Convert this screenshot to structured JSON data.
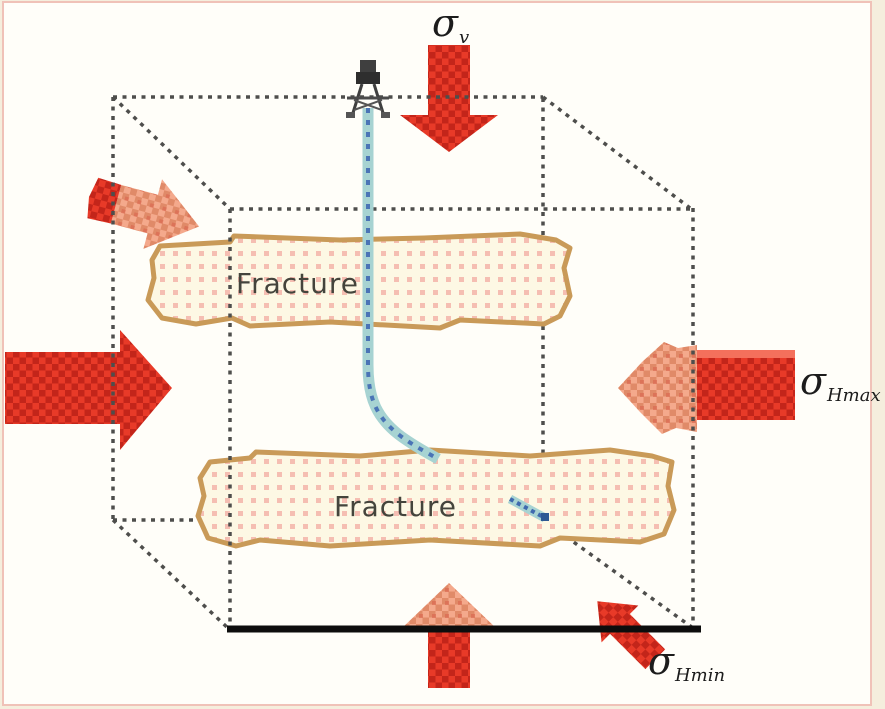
{
  "labels": {
    "sigma_v": {
      "base": "σ",
      "sub": "v"
    },
    "sigma_hmax": {
      "base": "σ",
      "sub": "Hmax"
    },
    "sigma_hmin": {
      "base": "σ",
      "sub": "Hmin"
    }
  },
  "fractures": {
    "upper_label": "Fracture",
    "lower_label": "Fracture"
  },
  "icons": {
    "derrick": "derrick-icon",
    "arrow_names": [
      "sigma-v-arrow-down",
      "sigma-v-arrow-up",
      "sigma-hmax-arrow-right",
      "sigma-hmax-arrow-left",
      "sigma-hmin-arrow-upper-left",
      "sigma-hmin-arrow-lower-right"
    ]
  },
  "colors": {
    "arrow_red": "#e83a28",
    "arrow_red_dark": "#c3251a",
    "arrow_faded": "#f4a98c",
    "arrow_faded_dark": "#e08a68",
    "fracture_fill": "#fdf8e4",
    "fracture_dot": "#f5beb2",
    "fracture_border": "#c99a58",
    "well_casing": "#a7d3d2",
    "well_dash": "#4a74b6",
    "cube_line": "#4e4e4c",
    "base_line": "#0d0d0d",
    "frame_border": "#f0c2b8",
    "outer_background": "#f5eedd",
    "paper_background": "#fffef9",
    "label_text": "#1c1c1c",
    "fracture_text": "#44443c"
  }
}
